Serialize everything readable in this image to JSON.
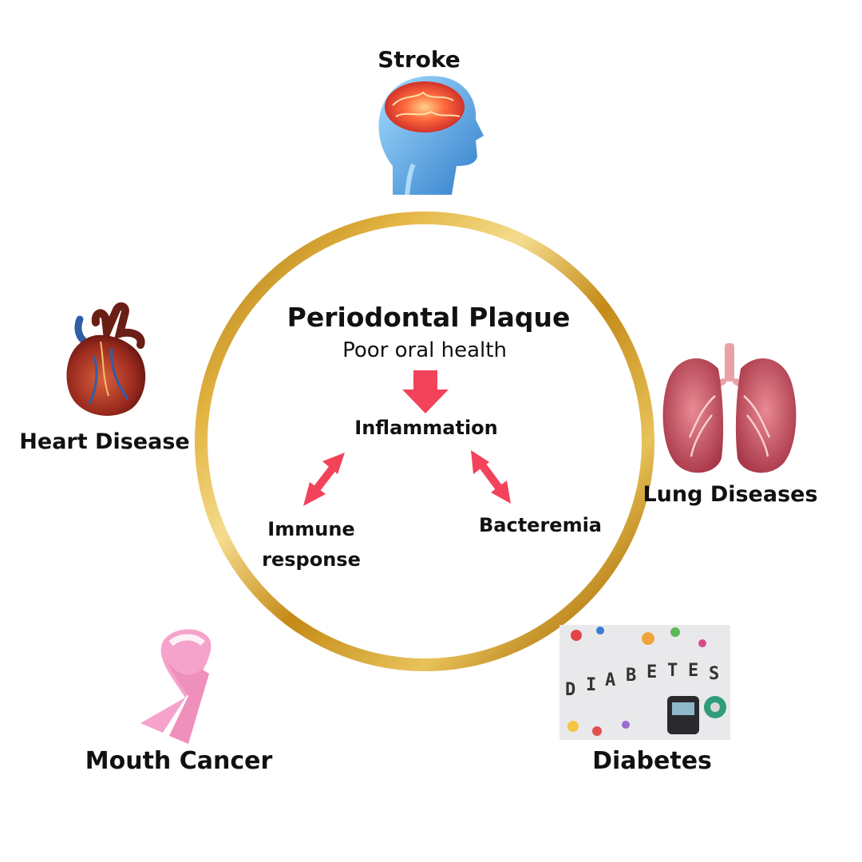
{
  "center": {
    "title": "Periodontal Plaque",
    "subtitle": "Poor oral health",
    "inflammation": "Inflammation",
    "immune_line1": "Immune",
    "immune_line2": "response",
    "bacteremia": "Bacteremia"
  },
  "conditions": {
    "stroke": "Stroke",
    "heart": "Heart Disease",
    "lung": "Lung Diseases",
    "mouth": "Mouth Cancer",
    "diabetes": "Diabetes"
  },
  "photo_text": {
    "diabetes_letters": [
      "D",
      "I",
      "A",
      "B",
      "E",
      "T",
      "E",
      "S"
    ]
  },
  "colors": {
    "ring_gold": "#c9921a",
    "ring_highlight": "#f1d27a",
    "arrow_red": "#f2435a",
    "ribbon_pink": "#f5a3cb"
  }
}
